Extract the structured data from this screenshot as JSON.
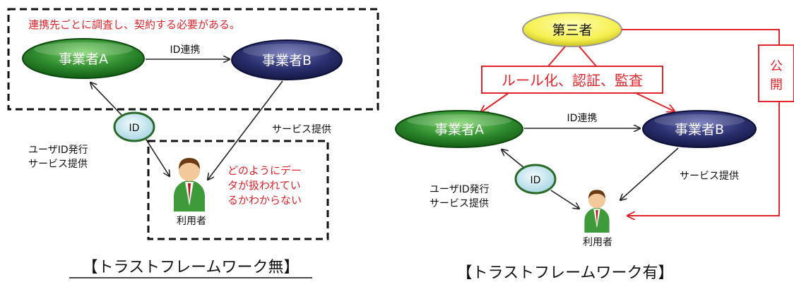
{
  "left": {
    "note": "連携先ごとに調査し、契約する必要がある。",
    "entity_a": "事業者A",
    "entity_b": "事業者B",
    "id_link": "ID連携",
    "id_badge": "ID",
    "user_id_issue_line1": "ユーザID発行",
    "user_id_issue_line2": "サービス提供",
    "service_provision": "サービス提供",
    "warning_line1": "どのようにデー",
    "warning_line2": "タが扱われてい",
    "warning_line3": "るかわからない",
    "user_label": "利用者",
    "caption": "【トラストフレームワーク無】"
  },
  "right": {
    "third_party": "第三者",
    "rules": "ルール化、認証、監査",
    "disclosure_line1": "公",
    "disclosure_line2": "開",
    "entity_a": "事業者A",
    "entity_b": "事業者B",
    "id_link": "ID連携",
    "id_badge": "ID",
    "service_provision": "サービス提供",
    "user_id_issue_line1": "ユーザID発行",
    "user_id_issue_line2": "サービス提供",
    "user_label": "利用者",
    "caption": "【トラストフレームワーク有】"
  },
  "colors": {
    "green": "#2e8b2e",
    "navy": "#2a2f6e",
    "yellow": "#f5f050",
    "red": "#e0242b",
    "id_bubble": "#cde8f0"
  }
}
